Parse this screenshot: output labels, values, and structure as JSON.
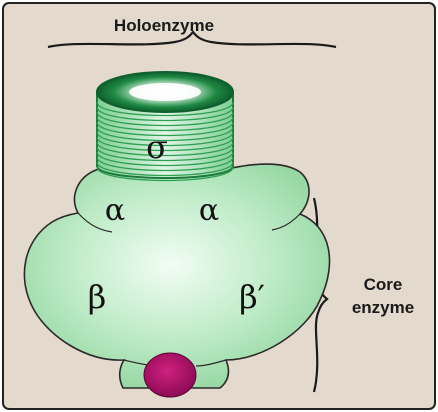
{
  "diagram": {
    "labels": {
      "holoenzyme": "Holoenzyme",
      "core_line1": "Core",
      "core_line2": "enzyme"
    },
    "subunits": {
      "sigma": "σ",
      "alpha_left": "α",
      "alpha_right": "α",
      "beta": "β",
      "beta_prime": "β′"
    },
    "colors": {
      "background": "#e3d9cc",
      "border": "#222222",
      "core_fill": "#a8e0b4",
      "core_light": "#eafbef",
      "sigma_ring": "#2e9e52",
      "sigma_band": "#bfe9c9",
      "magenta_blob": "#b0106a"
    }
  }
}
